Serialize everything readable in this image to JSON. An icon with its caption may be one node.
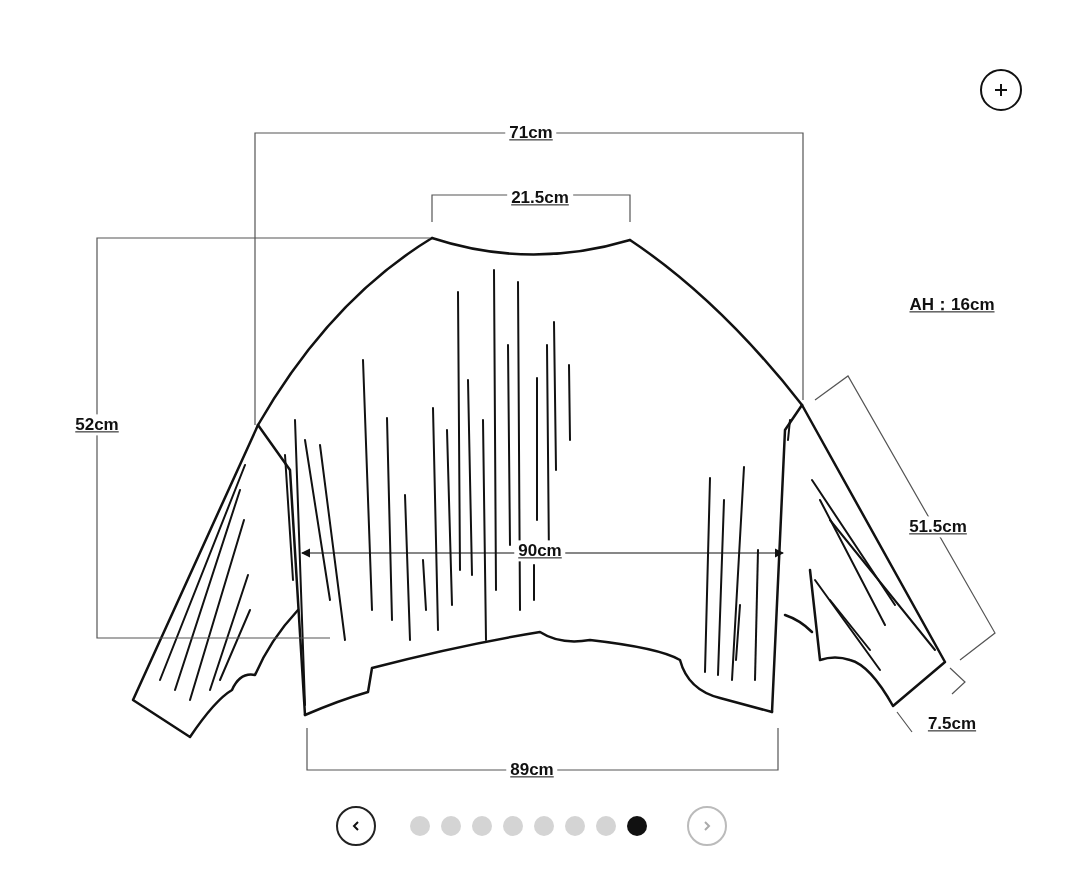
{
  "diagram": {
    "labels": [
      "71cm",
      "21.5cm",
      "AH：16cm",
      "52cm",
      "51.5cm",
      "90cm",
      "7.5cm",
      "89cm"
    ]
  }
}
